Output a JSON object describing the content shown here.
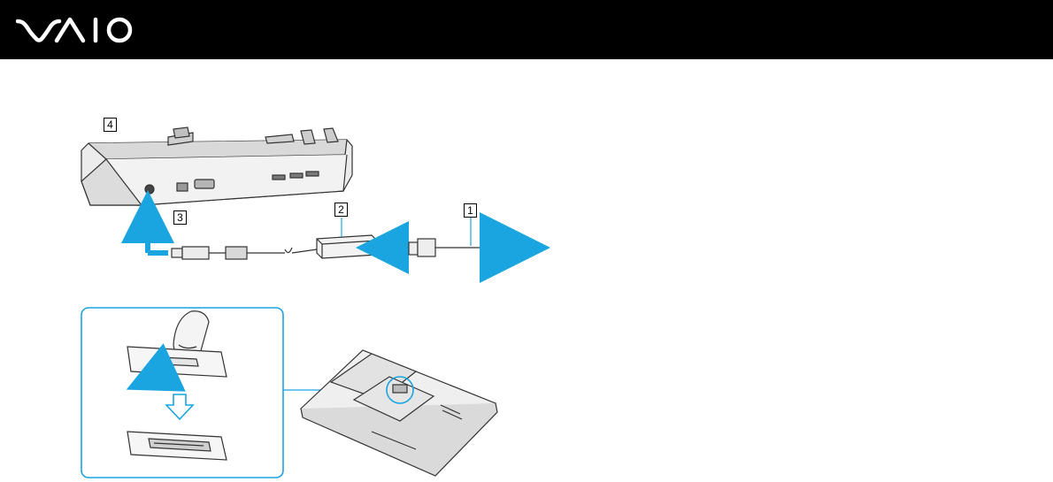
{
  "header": {
    "brand_name": "VAIO",
    "logo_icon": "vaio-logo-icon",
    "background": "#000000"
  },
  "figure": {
    "callouts": {
      "c1": "1",
      "c2": "2",
      "c3": "3",
      "c4": "4"
    },
    "accent_color": "#1aa4e0",
    "icons": [
      "docking-station-icon",
      "ac-adapter-icon",
      "power-cord-icon",
      "finger-press-icon",
      "connector-cover-icon",
      "laptop-bottom-icon"
    ]
  }
}
